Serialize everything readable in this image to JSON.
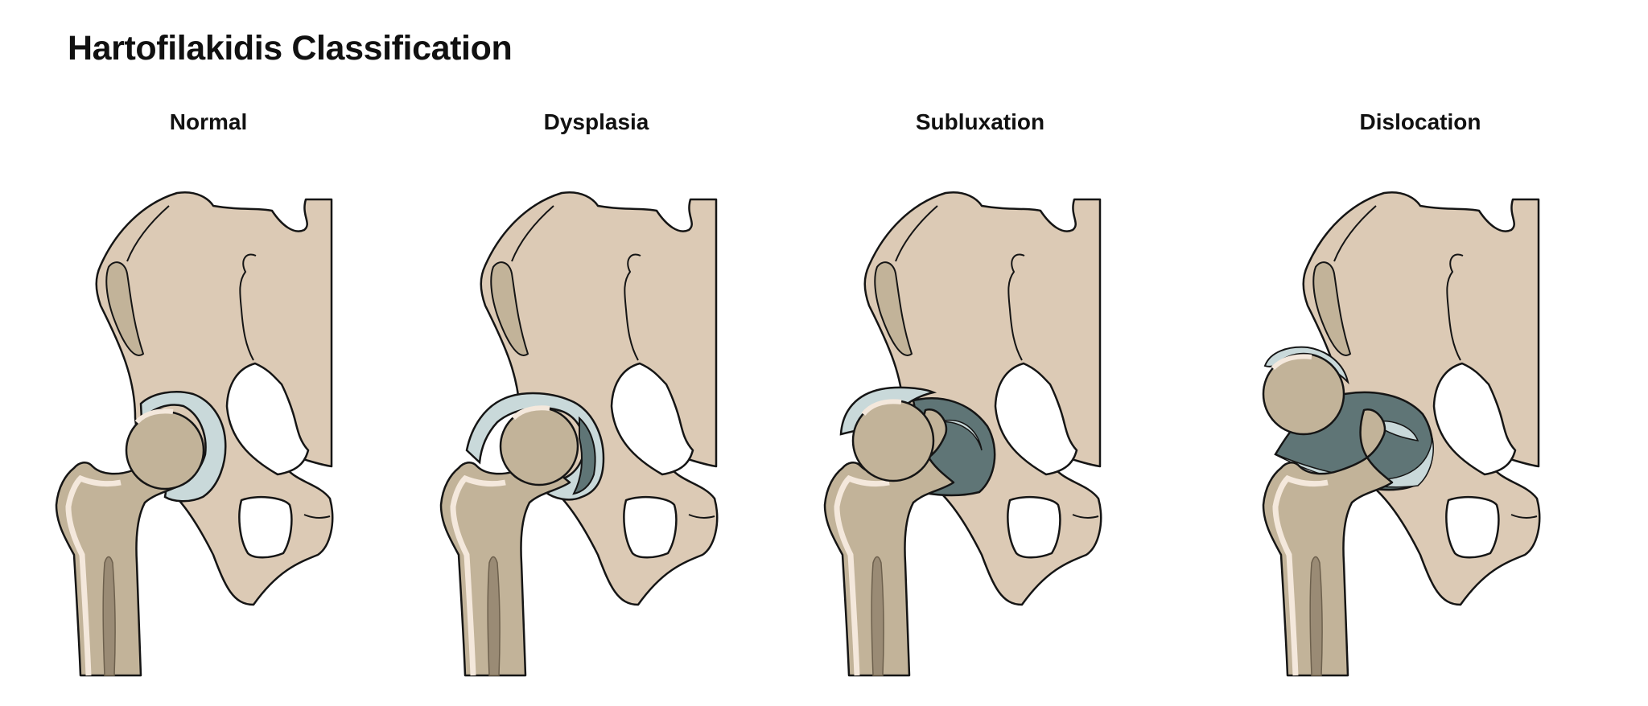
{
  "title": "Hartofilakidis Classification",
  "panels": [
    {
      "label": "Normal"
    },
    {
      "label": "Dysplasia"
    },
    {
      "label": "Subluxation"
    },
    {
      "label": "Dislocation"
    }
  ],
  "colors": {
    "bone": "#dccab5",
    "femur": "#c2b399",
    "cortex": "#f4e8dc",
    "medulla": "#9a8b75",
    "cartilage": "#c9d9da",
    "pseudo_acetabulum": "#5f7576",
    "outline": "#151515"
  }
}
